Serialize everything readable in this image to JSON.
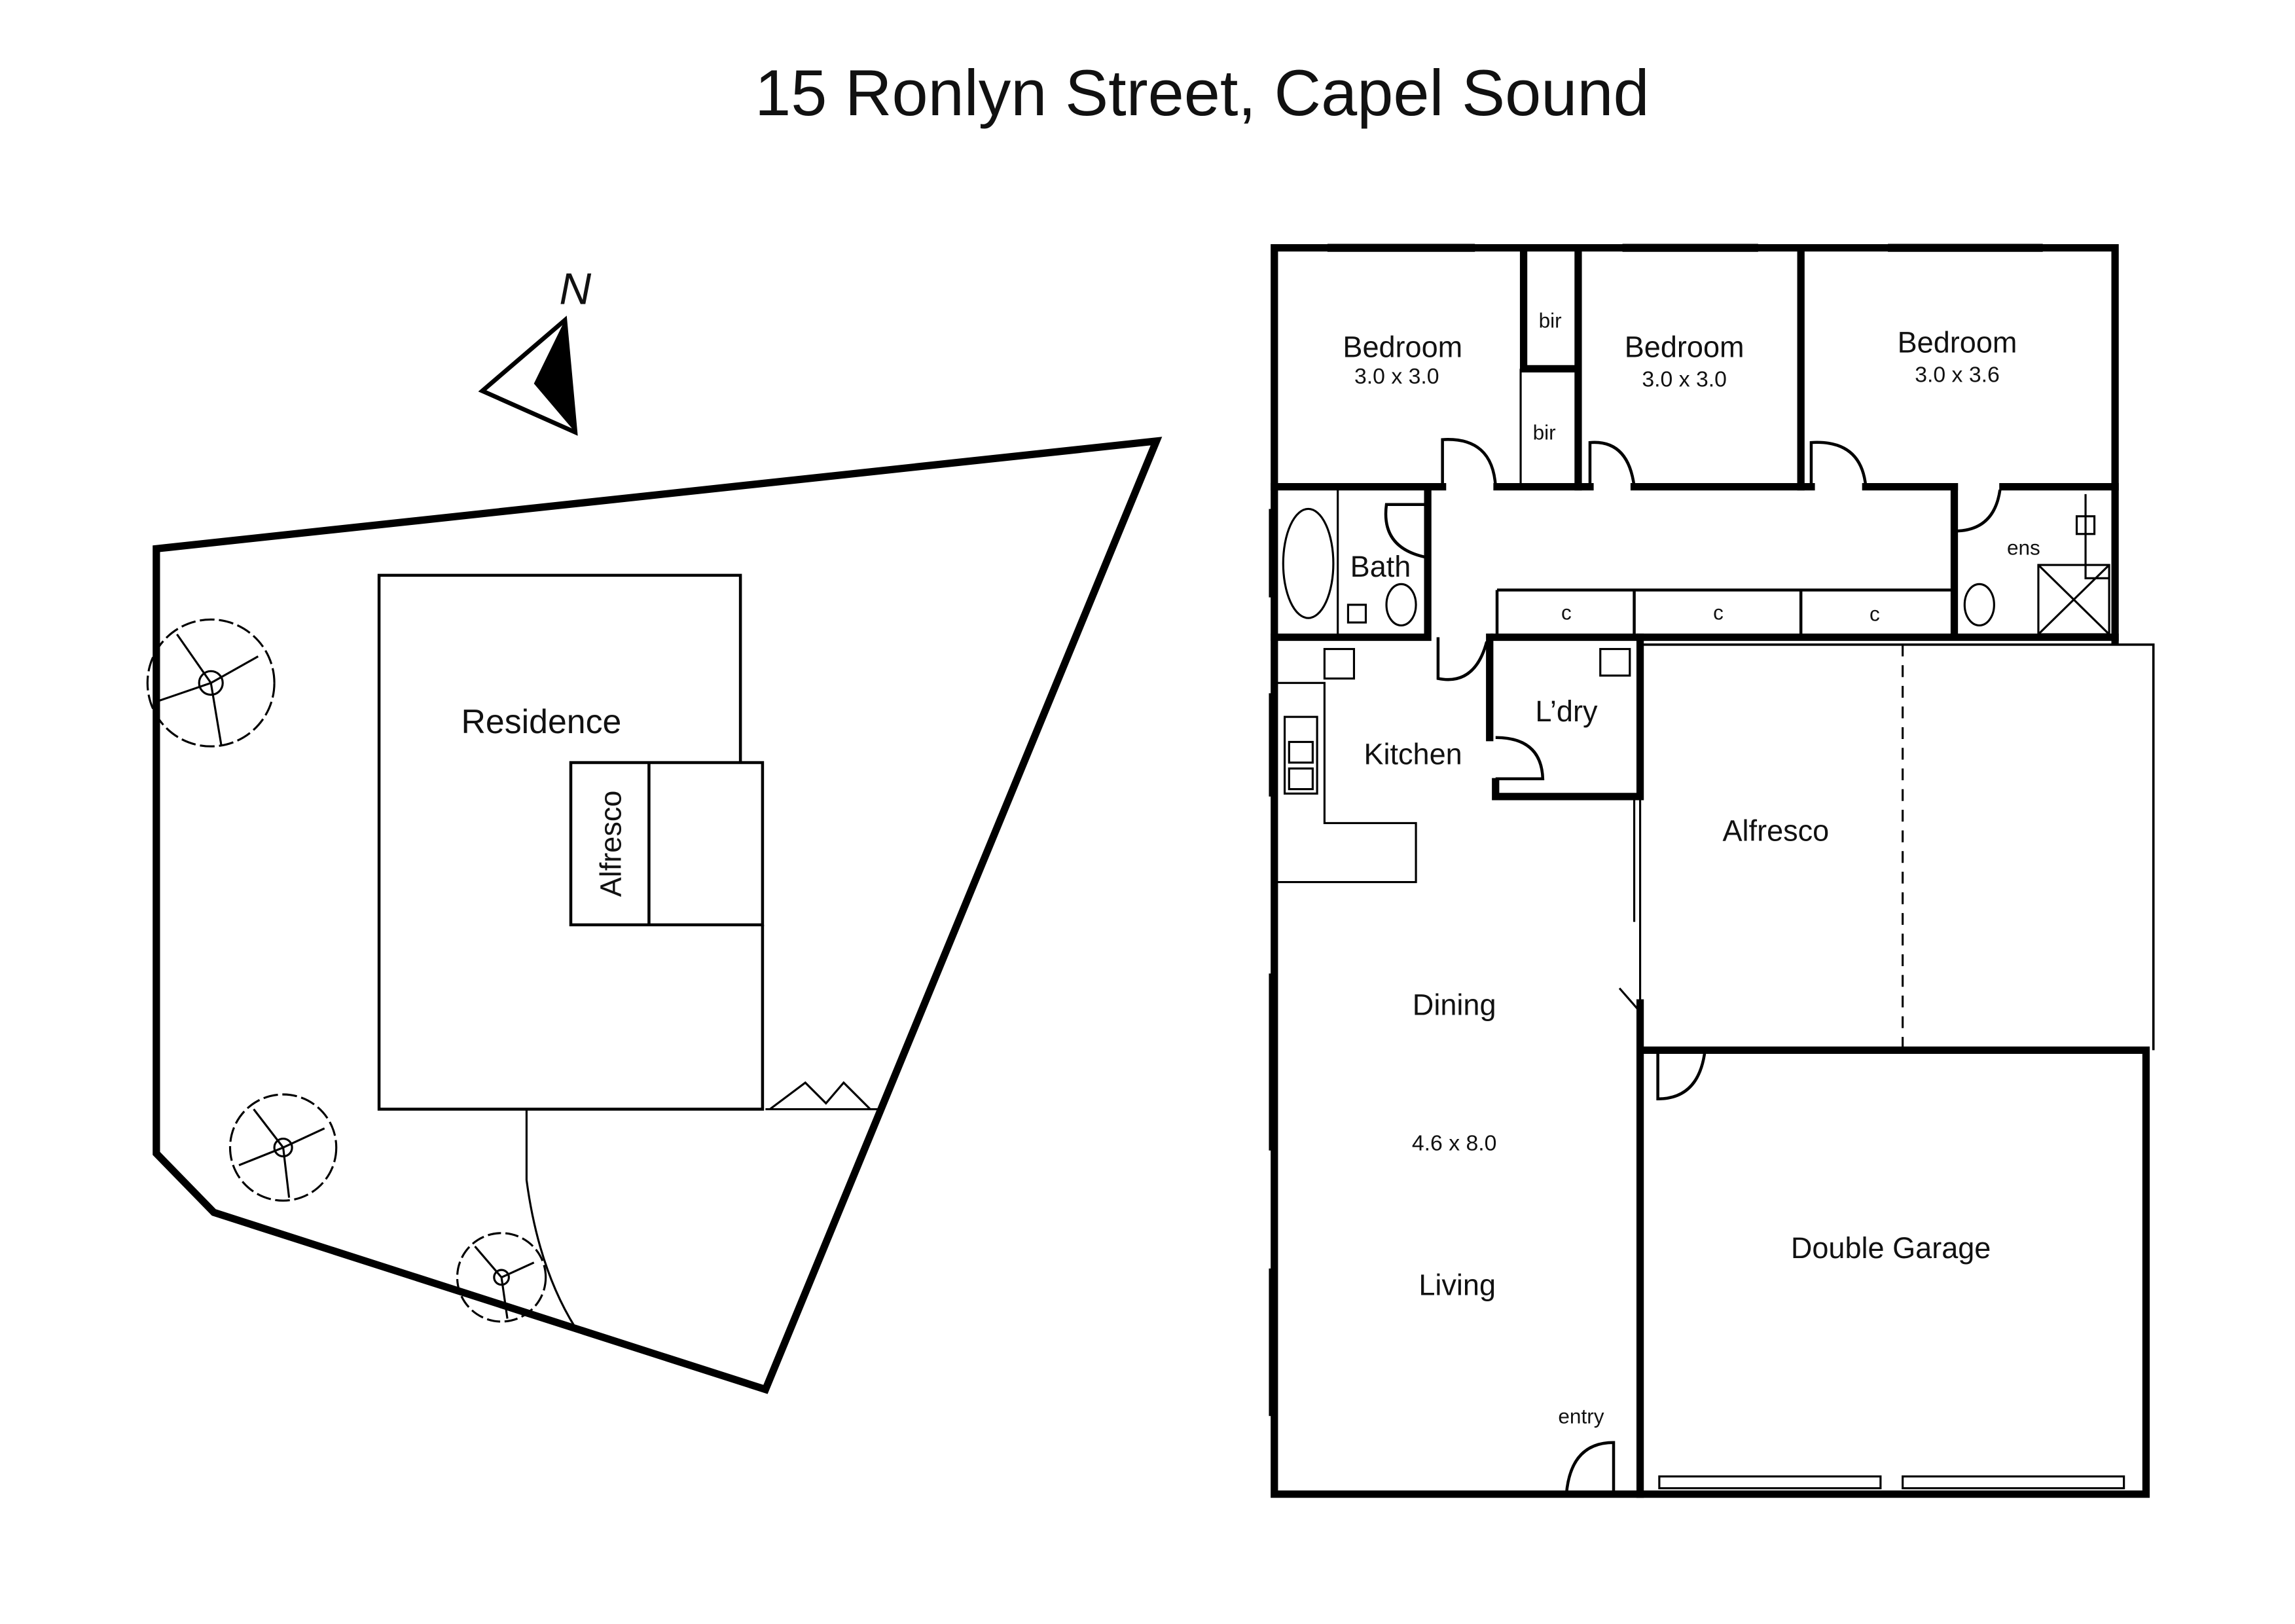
{
  "title": "15 Ronlyn Street, Capel Sound",
  "colors": {
    "line": "#000000",
    "background": "#ffffff"
  },
  "site_plan": {
    "north_label": "N",
    "residence_label": "Residence",
    "alfresco_label": "Alfresco"
  },
  "floor_plan": {
    "rooms": [
      {
        "name": "Bedroom",
        "dims": "3.0 x 3.0"
      },
      {
        "name": "Bedroom",
        "dims": "3.0 x 3.0"
      },
      {
        "name": "Bedroom",
        "dims": "3.0 x 3.6"
      },
      {
        "name": "bir"
      },
      {
        "name": "bir"
      },
      {
        "name": "Bath"
      },
      {
        "name": "ens"
      },
      {
        "name": "c"
      },
      {
        "name": "c"
      },
      {
        "name": "c"
      },
      {
        "name": "Kitchen"
      },
      {
        "name": "L’dry"
      },
      {
        "name": "Alfresco"
      },
      {
        "name": "Dining"
      },
      {
        "name": "Living",
        "dims": "4.6 x 8.0"
      },
      {
        "name": "Double Garage"
      },
      {
        "name": "entry"
      }
    ]
  }
}
